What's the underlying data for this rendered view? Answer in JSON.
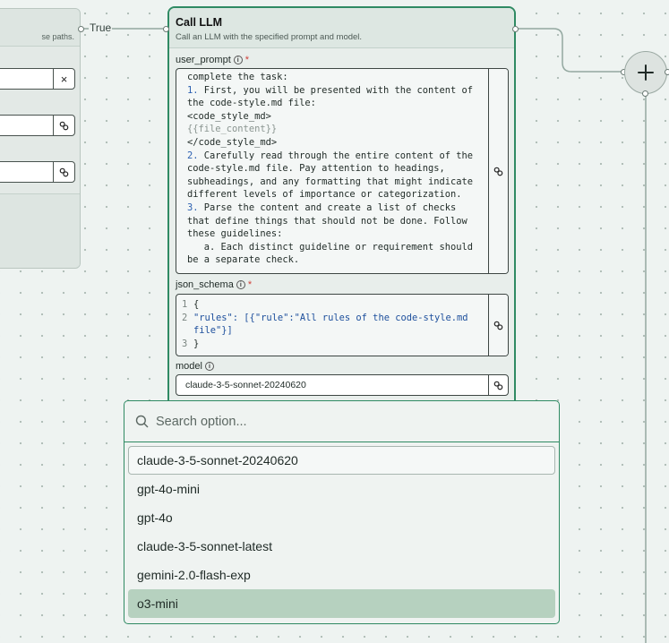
{
  "left_node": {
    "description_fragment": "se paths.",
    "rows": [
      {
        "button_icon": "close-icon",
        "button_glyph": "×"
      },
      {
        "button_icon": "link-icon"
      },
      {
        "button_icon": "link-icon"
      }
    ]
  },
  "edge": {
    "label": "True"
  },
  "call_llm": {
    "title": "Call LLM",
    "description": "Call an LLM with the specified prompt and model.",
    "user_prompt": {
      "label": "user_prompt",
      "required_mark": "*",
      "lines": [
        {
          "text": "complete the task:"
        },
        {
          "num": "1.",
          "text": " First, you will be presented with the content of"
        },
        {
          "text": "the code-style.md file:"
        },
        {
          "text": "<code_style_md>"
        },
        {
          "tmpl": "{{file_content}}"
        },
        {
          "text": "</code_style_md>"
        },
        {
          "num": "2.",
          "text": " Carefully read through the entire content of the"
        },
        {
          "text": "code-style.md file. Pay attention to headings,"
        },
        {
          "text": "subheadings, and any formatting that might indicate"
        },
        {
          "text": "different levels of importance or categorization."
        },
        {
          "num": "3.",
          "text": " Parse the content and create a list of checks"
        },
        {
          "text": "that define things that should not be done. Follow"
        },
        {
          "text": "these guidelines:"
        },
        {
          "text": "   a. Each distinct guideline or requirement should"
        },
        {
          "text": "be a separate check."
        }
      ]
    },
    "json_schema": {
      "label": "json_schema",
      "required_mark": "*",
      "lines": [
        {
          "n": "1",
          "text": "{"
        },
        {
          "n": "2",
          "text": "  \"rules\": [{\"rule\":\"All rules of the code-style.md"
        },
        {
          "n": "",
          "text": "file\"}]"
        },
        {
          "n": "3",
          "text": "}"
        }
      ]
    },
    "model": {
      "label": "model",
      "value": "claude-3-5-sonnet-20240620"
    }
  },
  "add_button": {
    "icon": "plus-icon"
  },
  "dropdown": {
    "search_placeholder": "Search option...",
    "options": [
      "claude-3-5-sonnet-20240620",
      "gpt-4o-mini",
      "gpt-4o",
      "claude-3-5-sonnet-latest",
      "gemini-2.0-flash-exp",
      "o3-mini"
    ],
    "selected": "claude-3-5-sonnet-20240620",
    "highlighted": "o3-mini"
  },
  "colors": {
    "accent": "#2f8a63",
    "canvas": "#eef3f1",
    "highlight": "#b6d1bf"
  }
}
